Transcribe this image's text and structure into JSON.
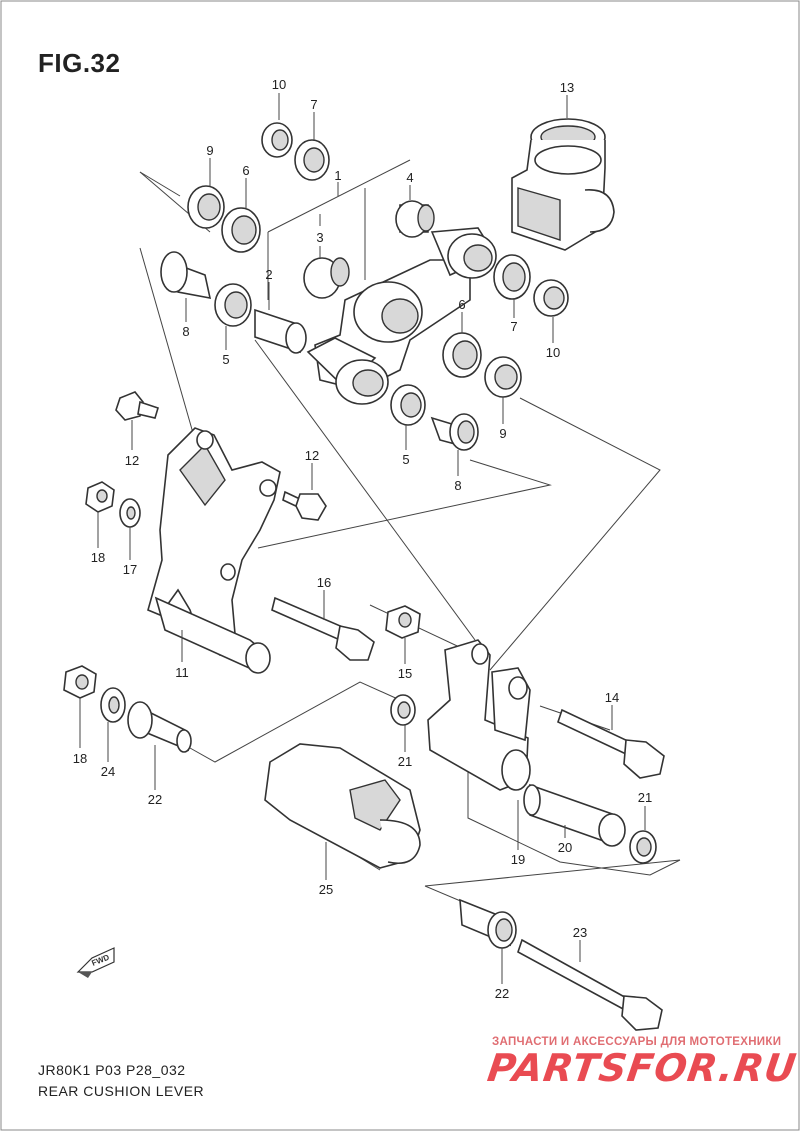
{
  "figure": {
    "title": "FIG.32",
    "code": "JR80K1 P03 P28_032",
    "name": "REAR CUSHION LEVER",
    "direction_label": "FWD"
  },
  "watermark": {
    "tagline": "ЗАПЧАСТИ И АКСЕССУАРЫ ДЛЯ МОТОТЕХНИКИ",
    "brand": "PARTSFOR.RU",
    "color": "#e94b52"
  },
  "callouts": [
    {
      "id": "c10a",
      "label": "10"
    },
    {
      "id": "c7a",
      "label": "7"
    },
    {
      "id": "c13",
      "label": "13"
    },
    {
      "id": "c9a",
      "label": "9"
    },
    {
      "id": "c6a",
      "label": "6"
    },
    {
      "id": "c1",
      "label": "1"
    },
    {
      "id": "c4",
      "label": "4"
    },
    {
      "id": "c3",
      "label": "3"
    },
    {
      "id": "c2",
      "label": "2"
    },
    {
      "id": "c8a",
      "label": "8"
    },
    {
      "id": "c5a",
      "label": "5"
    },
    {
      "id": "c6b",
      "label": "6"
    },
    {
      "id": "c7b",
      "label": "7"
    },
    {
      "id": "c10b",
      "label": "10"
    },
    {
      "id": "c5b",
      "label": "5"
    },
    {
      "id": "c9b",
      "label": "9"
    },
    {
      "id": "c8b",
      "label": "8"
    },
    {
      "id": "c12a",
      "label": "12"
    },
    {
      "id": "c12b",
      "label": "12"
    },
    {
      "id": "c18a",
      "label": "18"
    },
    {
      "id": "c17",
      "label": "17"
    },
    {
      "id": "c16",
      "label": "16"
    },
    {
      "id": "c11",
      "label": "11"
    },
    {
      "id": "c15",
      "label": "15"
    },
    {
      "id": "c14",
      "label": "14"
    },
    {
      "id": "c18b",
      "label": "18"
    },
    {
      "id": "c24",
      "label": "24"
    },
    {
      "id": "c22a",
      "label": "22"
    },
    {
      "id": "c21a",
      "label": "21"
    },
    {
      "id": "c21b",
      "label": "21"
    },
    {
      "id": "c20",
      "label": "20"
    },
    {
      "id": "c19",
      "label": "19"
    },
    {
      "id": "c25",
      "label": "25"
    },
    {
      "id": "c23",
      "label": "23"
    },
    {
      "id": "c22b",
      "label": "22"
    }
  ]
}
